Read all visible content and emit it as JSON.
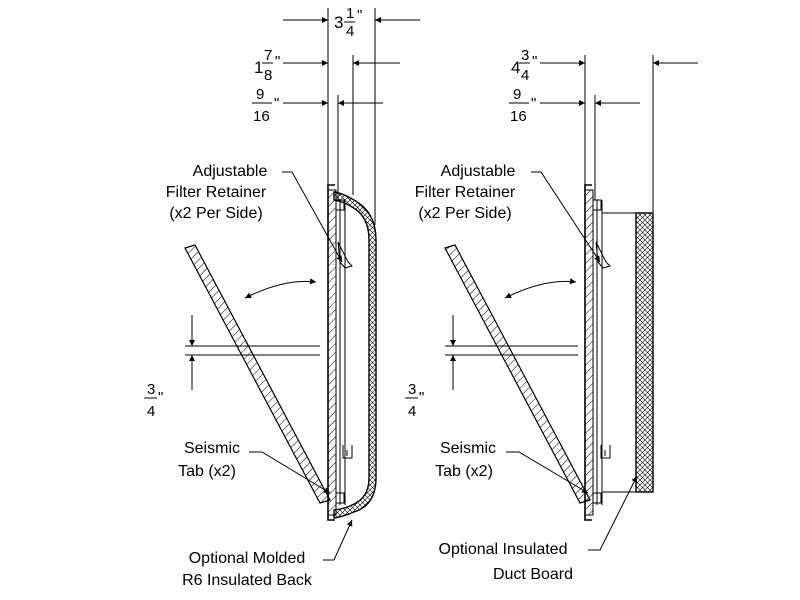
{
  "left_view": {
    "top_dimension": {
      "whole": "3",
      "numerator": "1",
      "denominator": "4",
      "unit": "\""
    },
    "mid_dimension": {
      "whole": "1",
      "numerator": "7",
      "denominator": "8",
      "unit": "\""
    },
    "low_dimension": {
      "numerator": "9",
      "denominator": "16",
      "unit": "\""
    },
    "retainer_label": [
      "Adjustable",
      "Filter Retainer",
      "(x2 Per Side)"
    ],
    "gap_dimension": {
      "numerator": "3",
      "denominator": "4",
      "unit": "\""
    },
    "tab_label": [
      "Seismic",
      "Tab (x2)"
    ],
    "back_label": [
      "Optional Molded",
      "R6 Insulated Back"
    ]
  },
  "right_view": {
    "top_dimension": {
      "whole": "4",
      "numerator": "3",
      "denominator": "4",
      "unit": "\""
    },
    "low_dimension": {
      "numerator": "9",
      "denominator": "16",
      "unit": "\""
    },
    "retainer_label": [
      "Adjustable",
      "Filter Retainer",
      "(x2 Per Side)"
    ],
    "gap_dimension": {
      "numerator": "3",
      "denominator": "4",
      "unit": "\""
    },
    "tab_label": [
      "Seismic",
      "Tab (x2)"
    ],
    "back_label": [
      "Optional Insulated",
      "Duct Board"
    ]
  }
}
